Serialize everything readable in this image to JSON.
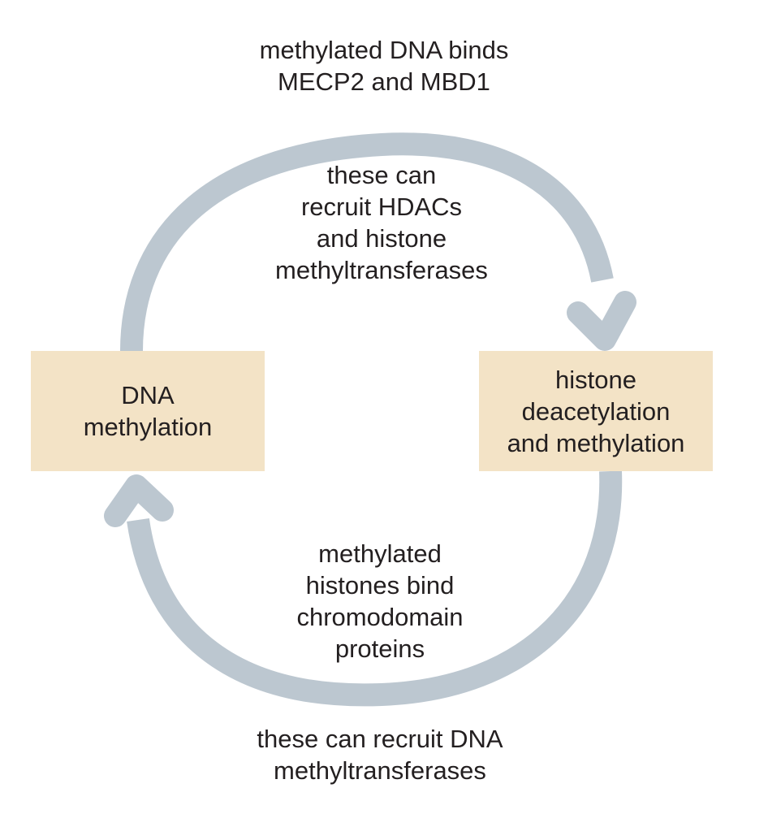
{
  "colors": {
    "arrow": "#bcc7d0",
    "box_fill": "#f3e3c6",
    "text": "#231f20"
  },
  "top_outer": [
    "methylated DNA binds",
    "MECP2 and MBD1"
  ],
  "top_inner": [
    "these can",
    "recruit HDACs",
    "and histone",
    "methyltransferases"
  ],
  "left_box": [
    "DNA",
    "methylation"
  ],
  "right_box": [
    "histone",
    "deacetylation",
    "and methylation"
  ],
  "bottom_inner": [
    "methylated",
    "histones bind",
    "chromodomain",
    "proteins"
  ],
  "bottom_outer": [
    "these can recruit DNA",
    "methyltransferases"
  ]
}
